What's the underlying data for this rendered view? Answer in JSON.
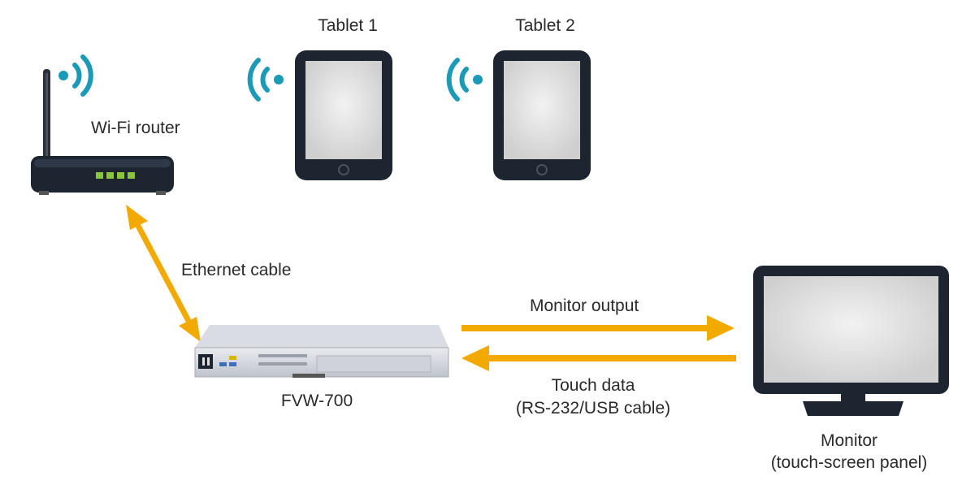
{
  "labels": {
    "tablet1": "Tablet 1",
    "tablet2": "Tablet 2",
    "router": "Wi-Fi router",
    "ethernet": "Ethernet cable",
    "monitor_output": "Monitor output",
    "touch_data": "Touch data",
    "touch_cable": "(RS-232/USB cable)",
    "device": "FVW-700",
    "monitor": "Monitor",
    "monitor_sub": "(touch-screen panel)"
  },
  "colors": {
    "arrow": "#F2A900",
    "wifi": "#1B9AB8",
    "device_dark": "#1D2530",
    "screen": "#E2E2E2",
    "router_led": "#8BC53F"
  },
  "icons": [
    "wifi-icon",
    "router-icon",
    "tablet-icon",
    "monitor-icon",
    "device-icon"
  ]
}
